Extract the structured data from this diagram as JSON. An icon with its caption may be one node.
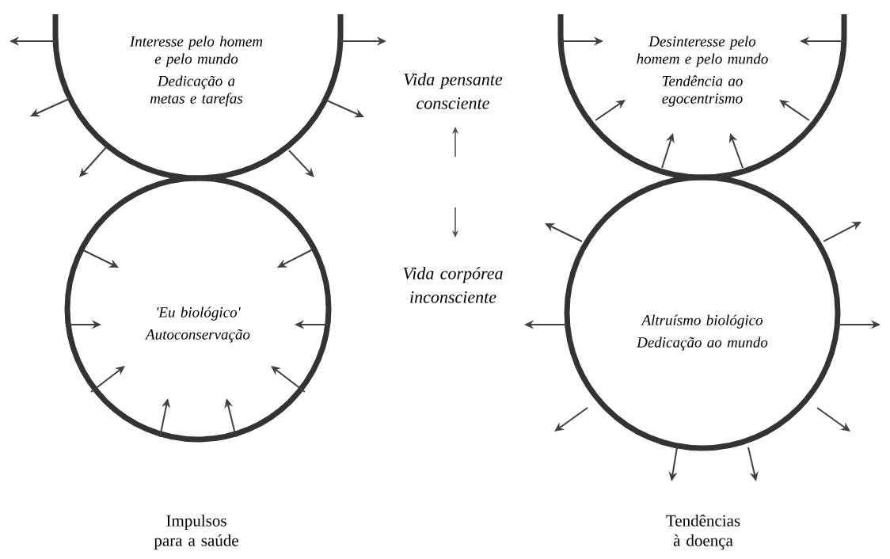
{
  "diagram": {
    "nodes": [
      {
        "text": [
          "Interesse pelo homem e pelo mundo",
          "Dedicação a metas e tarefas"
        ]
      },
      {
        "text": [
          "'Eu biológico'",
          "Autoconservação"
        ]
      },
      {
        "text": [
          "Desinteresse pelo homem e pelo mundo",
          "Tendência ao egocentrismo"
        ]
      },
      {
        "text": [
          "Altruísmo biológico",
          "Dedicação ao mundo"
        ]
      }
    ],
    "labels": [
      "Vida pensante consciente",
      "Vida corpórea inconsciente",
      "Impulsos para a saúde",
      "Tendências à doença"
    ]
  }
}
